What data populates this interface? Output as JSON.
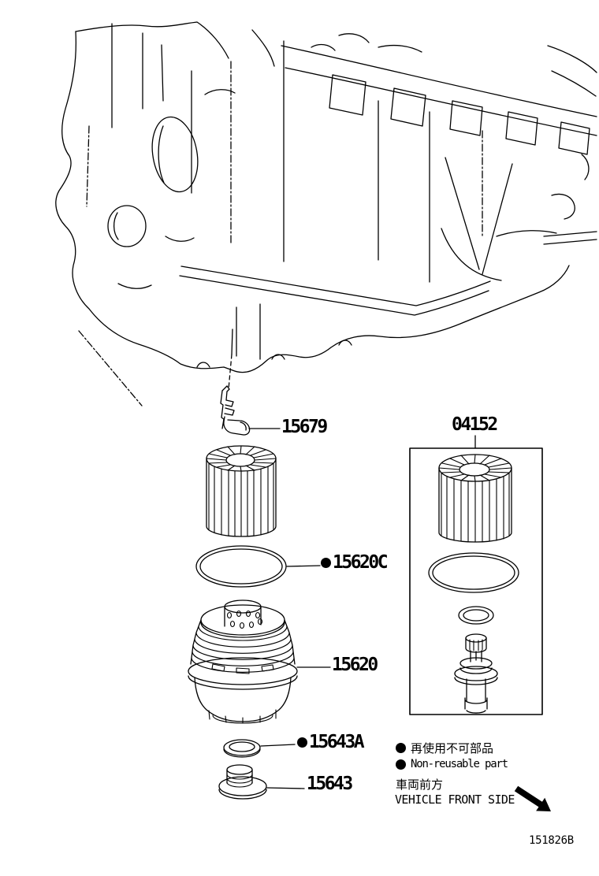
{
  "diagram": {
    "figure_code": "151826B",
    "parts": [
      {
        "number": "15679",
        "non_reusable": false
      },
      {
        "number": "04152",
        "non_reusable": false
      },
      {
        "number": "15620C",
        "non_reusable": true
      },
      {
        "number": "15620",
        "non_reusable": false
      },
      {
        "number": "15643A",
        "non_reusable": true
      },
      {
        "number": "15643",
        "non_reusable": false
      }
    ],
    "legend": {
      "bullet": "●",
      "jp": "再使用不可部品",
      "en": "Non-reusable part"
    },
    "front": {
      "jp": "車両前方",
      "en": "VEHICLE FRONT SIDE"
    }
  }
}
